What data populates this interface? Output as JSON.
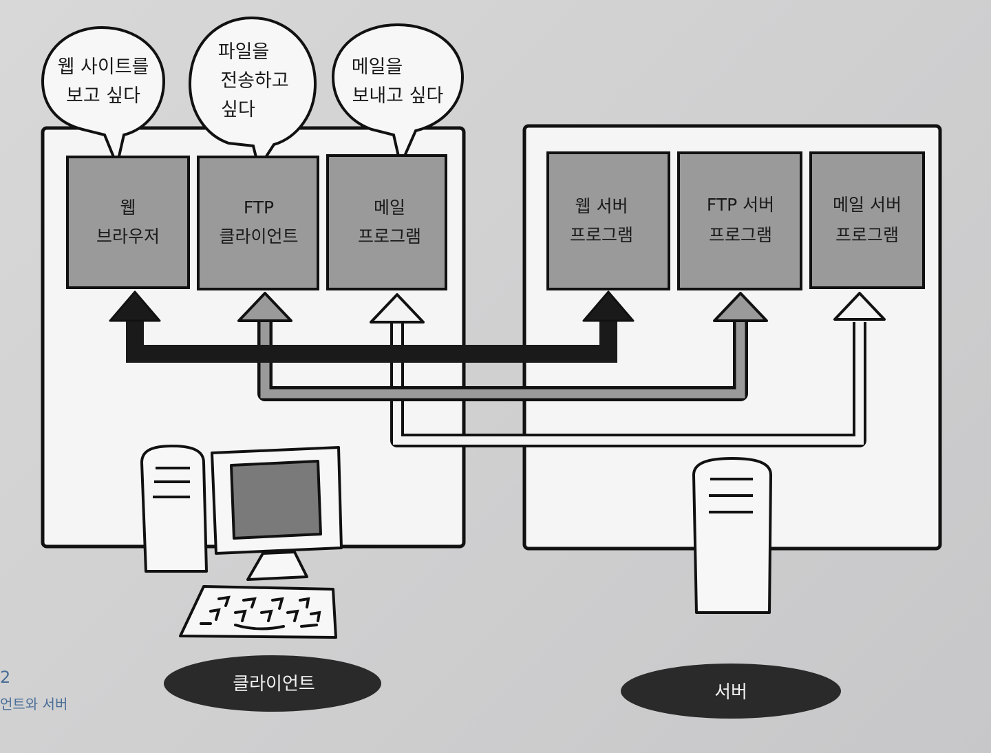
{
  "bubbles": [
    {
      "lines": [
        "웹 사이트를",
        "보고 싶다"
      ]
    },
    {
      "lines": [
        "파일을",
        "전송하고",
        "싶다"
      ]
    },
    {
      "lines": [
        "메일을",
        "보내고 싶다"
      ]
    }
  ],
  "client_programs": [
    {
      "lines": [
        "웹",
        "브라우저"
      ]
    },
    {
      "lines": [
        "FTP",
        "클라이언트"
      ]
    },
    {
      "lines": [
        "메일",
        "프로그램"
      ]
    }
  ],
  "server_programs": [
    {
      "lines": [
        "웹 서버",
        "프로그램"
      ]
    },
    {
      "lines": [
        "FTP 서버",
        "프로그램"
      ]
    },
    {
      "lines": [
        "메일 서버",
        "프로그램"
      ]
    }
  ],
  "labels": {
    "client": "클라이언트",
    "server": "서버"
  },
  "caption": {
    "number": "2",
    "text": "언트와 서버"
  },
  "colors": {
    "box_fill": "#9a9a9a",
    "web_arrow": "#1a1a1a",
    "ftp_arrow": "#9a9a9a",
    "mail_arrow": "#f4f4f4"
  }
}
